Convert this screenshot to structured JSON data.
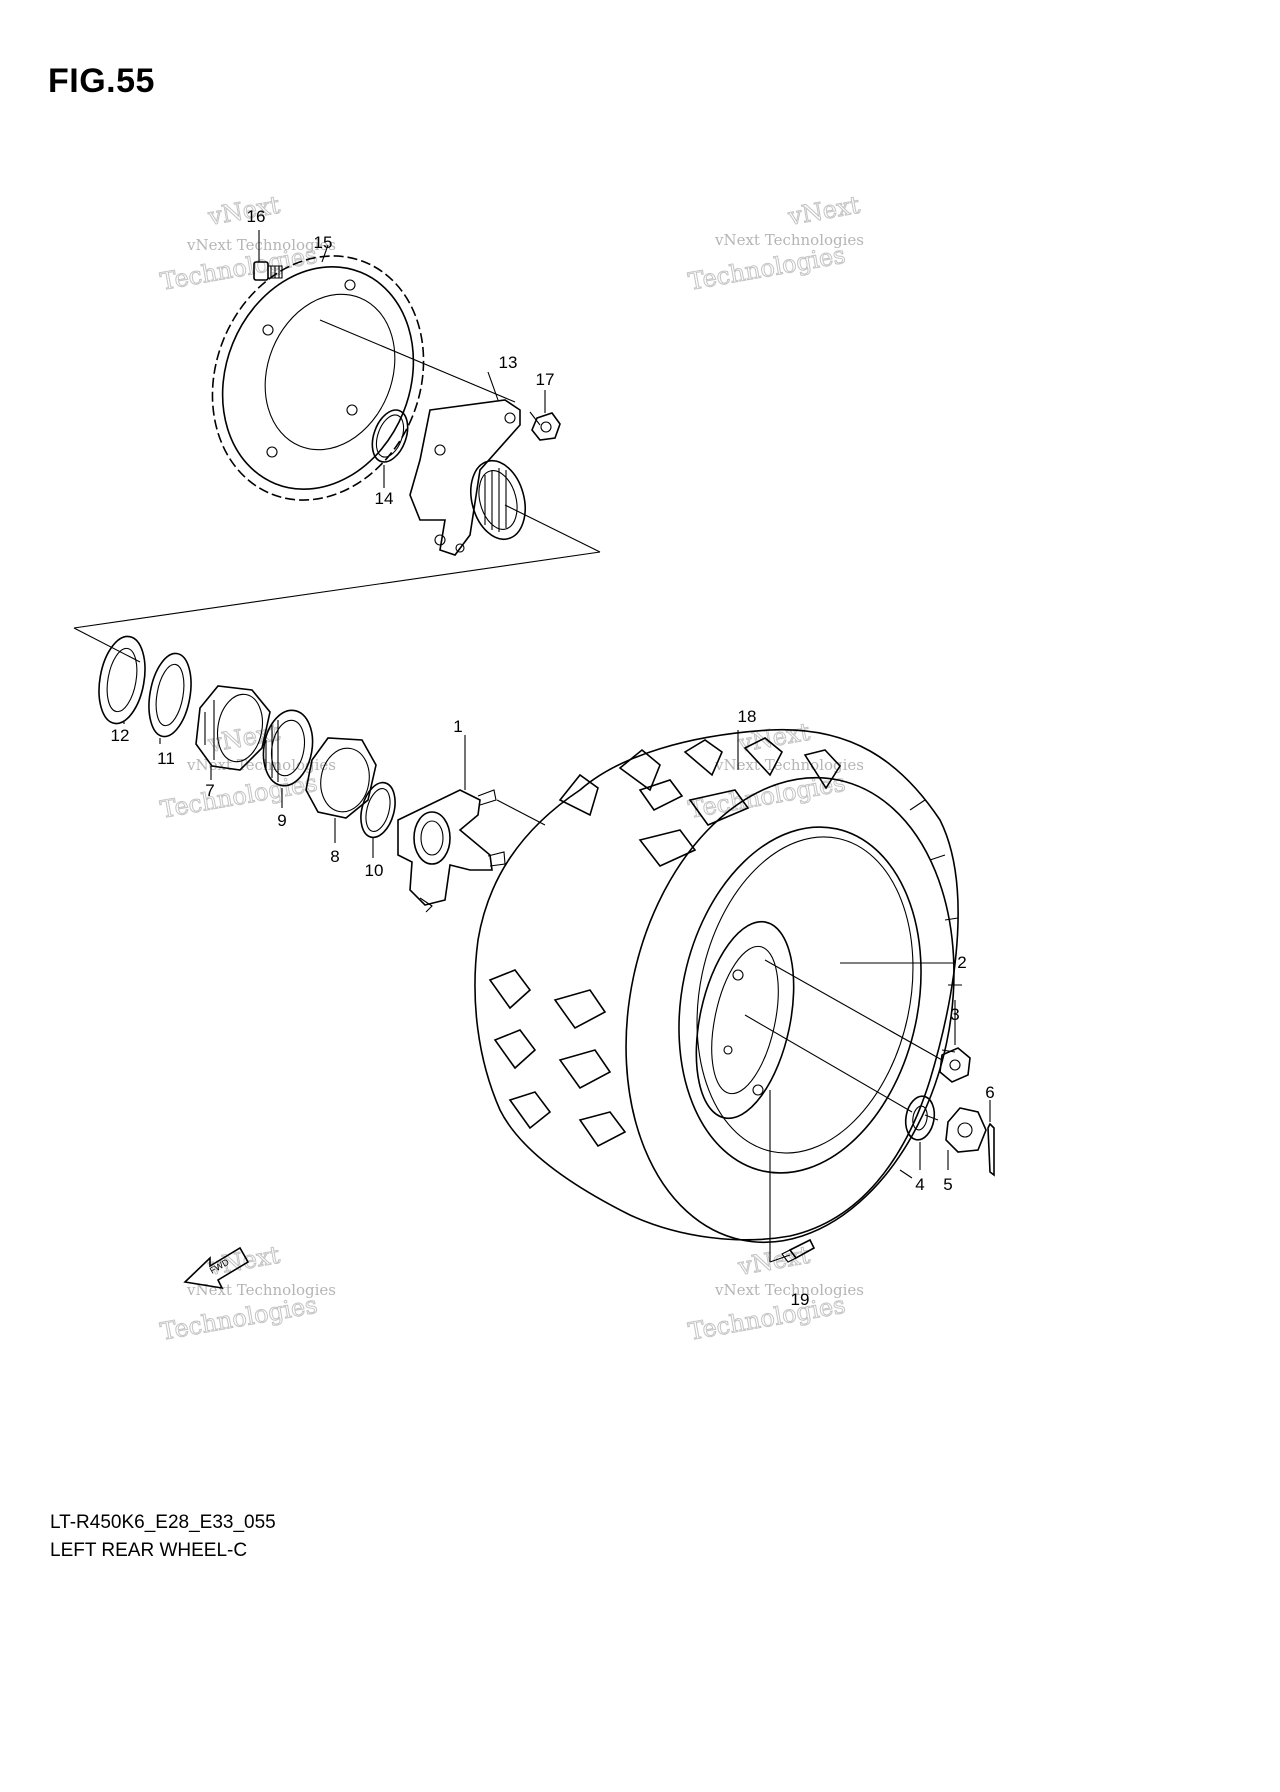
{
  "figure": {
    "title": "FIG.55",
    "model_code": "LT-R450K6_E28_E33_055",
    "section_name": "LEFT REAR WHEEL-C"
  },
  "callouts": [
    "1",
    "2",
    "3",
    "4",
    "5",
    "6",
    "7",
    "8",
    "9",
    "10",
    "11",
    "12",
    "13",
    "14",
    "15",
    "16",
    "17",
    "18",
    "19"
  ],
  "watermark": {
    "line1": "vNext Technologies",
    "line2": "Technologies",
    "line3": "vNext"
  },
  "fwd_label": "FWD"
}
